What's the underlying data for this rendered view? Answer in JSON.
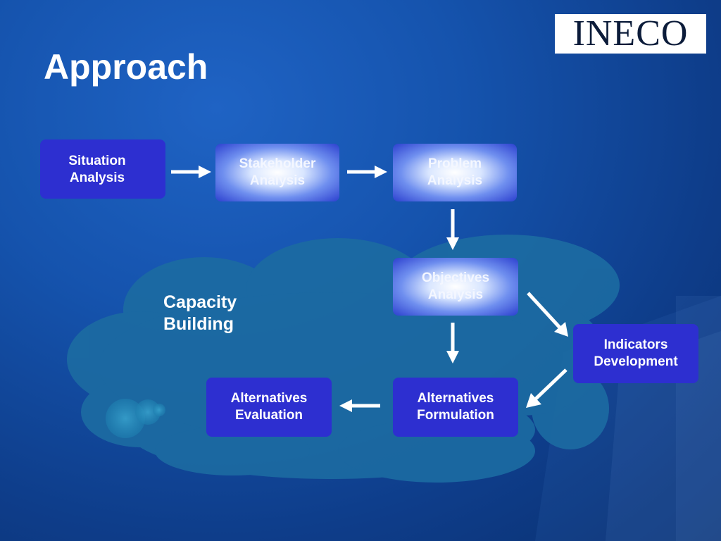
{
  "title": "Approach",
  "logo": "INECO",
  "cloud_label": "Capacity\nBuilding",
  "steps": {
    "situation": "Situation\nAnalysis",
    "stakeholder": "Stakeholder\nAnalysis",
    "problem": "Problem\nAnalysis",
    "objectives": "Objectives\nAnalysis",
    "indicators": "Indicators\nDevelopment",
    "alt_formulation": "Alternatives\nFormulation",
    "alt_evaluation": "Alternatives\nEvaluation"
  },
  "colors": {
    "background": "#1553ad",
    "box": "#2d2fd0",
    "cloud": "#1a6aa0",
    "arrow": "#ffffff"
  }
}
